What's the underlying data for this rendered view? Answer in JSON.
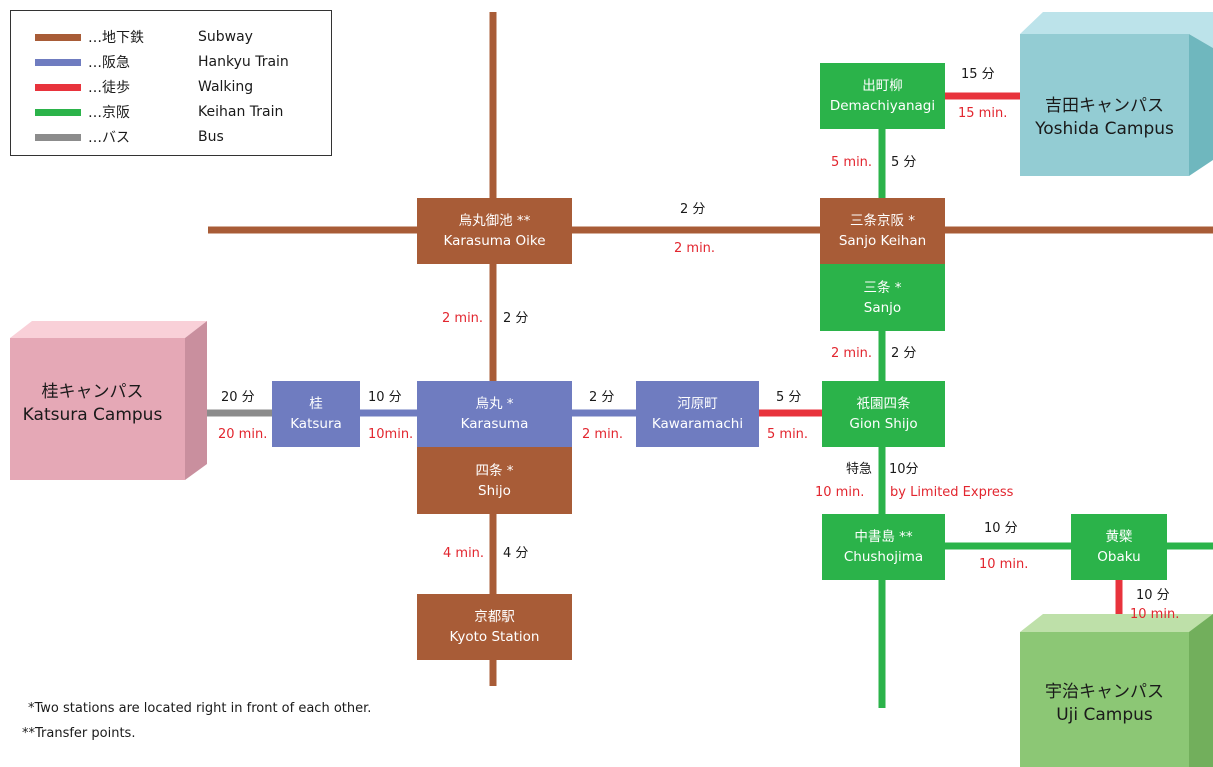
{
  "legend": [
    {
      "jp": "…地下鉄",
      "en": "Subway",
      "color": "#A85C37"
    },
    {
      "jp": "…阪急",
      "en": "Hankyu Train",
      "color": "#6F7CC0"
    },
    {
      "jp": "…徒歩",
      "en": "Walking",
      "color": "#E8333C"
    },
    {
      "jp": "…京阪",
      "en": "Keihan Train",
      "color": "#2BB34A"
    },
    {
      "jp": "…バス",
      "en": "Bus",
      "color": "#8C8C8C"
    }
  ],
  "stations": {
    "karasuma_oike": {
      "jp": "烏丸御池 **",
      "en": "Karasuma Oike"
    },
    "sanjo_keihan": {
      "jp": "三条京阪 *",
      "en": "Sanjo Keihan"
    },
    "demachiyanagi": {
      "jp": "出町柳",
      "en": "Demachiyanagi"
    },
    "sanjo": {
      "jp": "三条 *",
      "en": "Sanjo"
    },
    "katsura": {
      "jp": "桂",
      "en": "Katsura"
    },
    "karasuma": {
      "jp": "烏丸 *",
      "en": "Karasuma"
    },
    "shijo": {
      "jp": "四条 *",
      "en": "Shijo"
    },
    "kawaramachi": {
      "jp": "河原町",
      "en": "Kawaramachi"
    },
    "gion_shijo": {
      "jp": "祇園四条",
      "en": "Gion Shijo"
    },
    "kyoto_station": {
      "jp": "京都駅",
      "en": "Kyoto Station"
    },
    "chushojima": {
      "jp": "中書島 **",
      "en": "Chushojima"
    },
    "obaku": {
      "jp": "黄檗",
      "en": "Obaku"
    }
  },
  "campuses": {
    "yoshida": {
      "jp": "吉田キャンパス",
      "en": "Yoshida Campus"
    },
    "katsura": {
      "jp": "桂キャンパス",
      "en": "Katsura Campus"
    },
    "uji": {
      "jp": "宇治キャンパス",
      "en": "Uji Campus"
    }
  },
  "times": {
    "demachi_yoshida_jp": "15 分",
    "demachi_yoshida_en": "15 min.",
    "sanjo_demachi_en": "5 min.",
    "sanjo_demachi_jp": "5 分",
    "oike_sanjokeihan_jp": "2 分",
    "oike_sanjokeihan_en": "2 min.",
    "oike_karasuma_en": "2 min.",
    "oike_karasuma_jp": "2 分",
    "sanjo_gion_en": "2 min.",
    "sanjo_gion_jp": "2 分",
    "campus_katsura_jp": "20 分",
    "campus_katsura_en": "20 min.",
    "katsura_karasuma_jp": "10 分",
    "katsura_karasuma_en": "10min.",
    "karasuma_kawaramachi_jp": "2 分",
    "karasuma_kawaramachi_en": "2 min.",
    "kawaramachi_gion_jp": "5 分",
    "kawaramachi_gion_en": "5 min.",
    "gion_chusho_jp_prefix": "特急",
    "gion_chusho_jp": "10分",
    "gion_chusho_en": "10 min.",
    "gion_chusho_express": "by Limited Express",
    "shijo_kyoto_en": "4 min.",
    "shijo_kyoto_jp": "4 分",
    "chusho_obaku_jp": "10 分",
    "chusho_obaku_en": "10 min.",
    "obaku_uji_jp": "10 分",
    "obaku_uji_en": "10 min."
  },
  "notes": {
    "single": "*Two stations are located right in front of each other.",
    "double": "**Transfer points."
  }
}
